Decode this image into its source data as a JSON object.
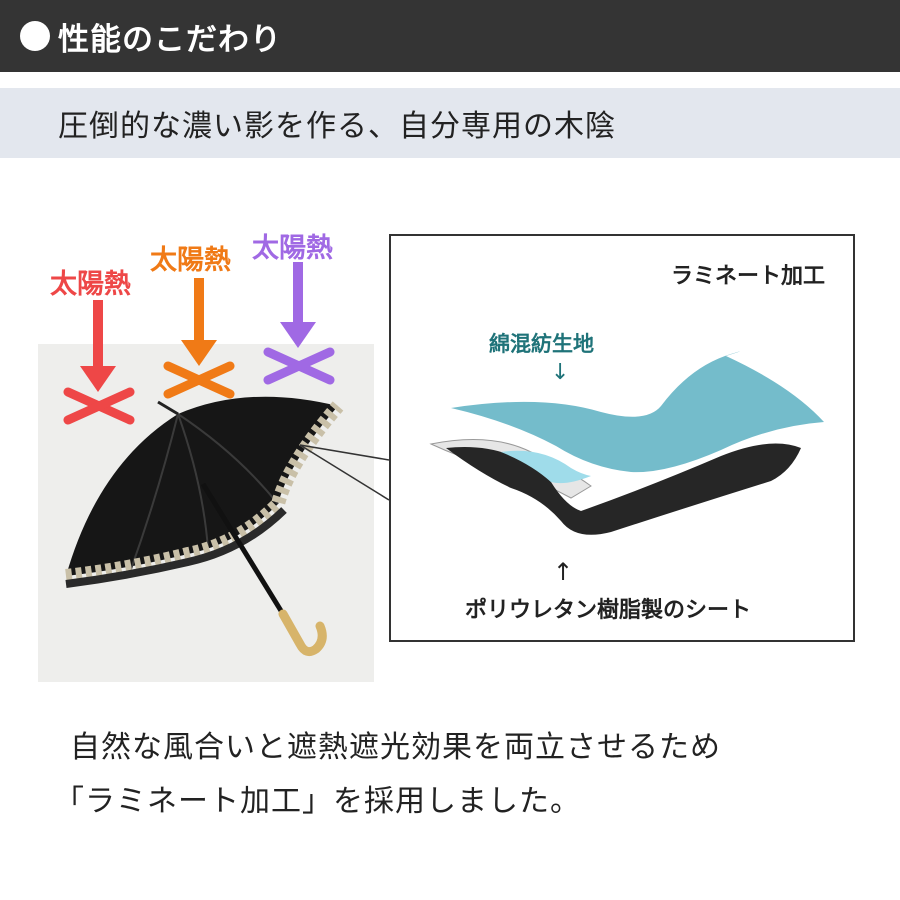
{
  "header": {
    "title": "性能のこだわり"
  },
  "subtitle": "圧倒的な濃い影を作る、自分専用の木陰",
  "sun_heat_labels": {
    "red": {
      "text": "太陽熱",
      "color": "#ee4747"
    },
    "orange": {
      "text": "太陽熱",
      "color": "#f07a16"
    },
    "purple": {
      "text": "太陽熱",
      "color": "#a069e4"
    }
  },
  "laminate_diagram": {
    "title": "ラミネート加工",
    "fabric_label": "綿混紡生地",
    "fabric_arrow": "↓",
    "sheet_arrow": "↑",
    "sheet_label": "ポリウレタン樹脂製のシート",
    "fabric_color": "#74bccb"
  },
  "body_text": {
    "line1": "自然な風合いと遮熱遮光効果を両立させるため",
    "line2": "「ラミネート加工」を採用しました。"
  }
}
